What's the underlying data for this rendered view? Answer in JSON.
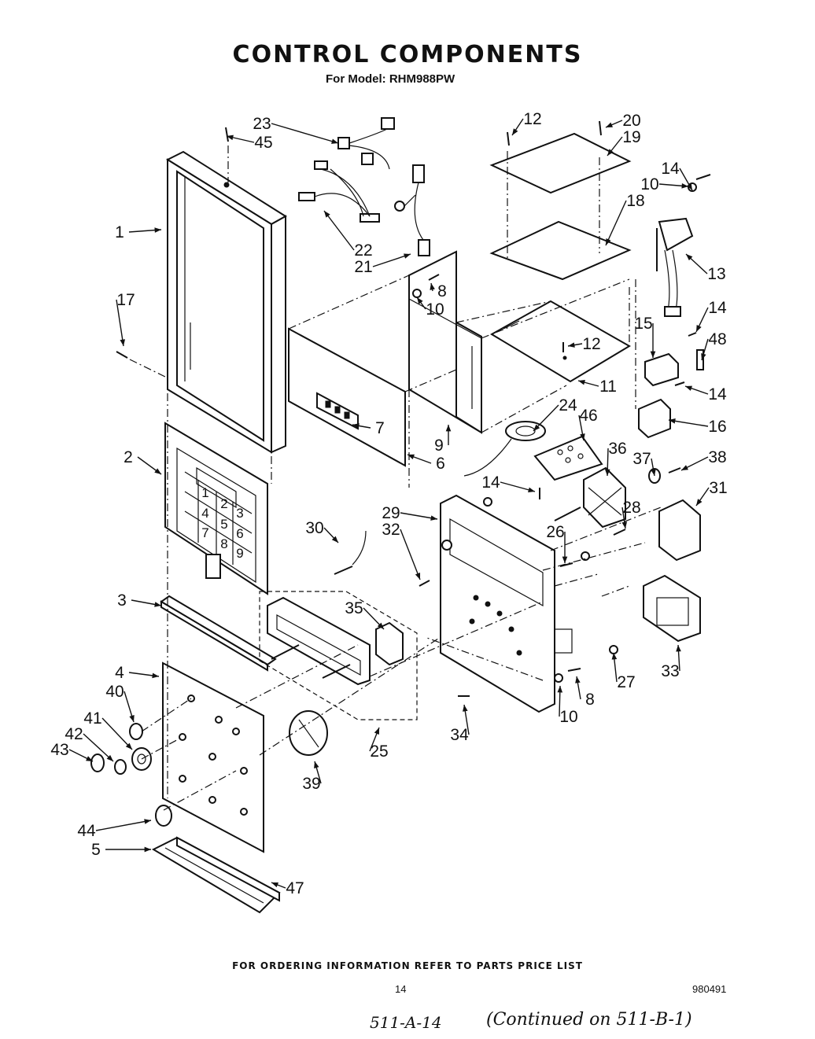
{
  "title": "CONTROL COMPONENTS",
  "subtitle": "For Model: RHM988PW",
  "footer_note": "FOR ORDERING INFORMATION REFER TO PARTS PRICE LIST",
  "page_number": "14",
  "doc_code": "980491",
  "handwritten_left": "511-A-14",
  "handwritten_right": "(Continued on 511-B-1)",
  "keypad_keys": [
    "1",
    "2",
    "3",
    "4",
    "5",
    "6",
    "7",
    "8",
    "9"
  ],
  "callouts": [
    "1",
    "2",
    "3",
    "4",
    "5",
    "6",
    "7",
    "8",
    "9",
    "10",
    "11",
    "12",
    "13",
    "14",
    "15",
    "16",
    "17",
    "18",
    "19",
    "20",
    "21",
    "22",
    "23",
    "24",
    "25",
    "26",
    "27",
    "28",
    "29",
    "30",
    "31",
    "32",
    "33",
    "34",
    "35",
    "36",
    "37",
    "38",
    "39",
    "40",
    "41",
    "42",
    "43",
    "44",
    "45",
    "46",
    "47",
    "48"
  ],
  "callout_labels": [
    "1",
    "17",
    "2",
    "3",
    "4",
    "40",
    "41",
    "42",
    "43",
    "44",
    "5",
    "47",
    "45",
    "23",
    "22",
    "21",
    "8",
    "10",
    "7",
    "6",
    "9",
    "12",
    "20",
    "19",
    "18",
    "14",
    "10",
    "13",
    "14",
    "15",
    "48",
    "12",
    "11",
    "14",
    "16",
    "24",
    "46",
    "14",
    "36",
    "37",
    "38",
    "31",
    "28",
    "26",
    "30",
    "29",
    "32",
    "35",
    "25",
    "39",
    "34",
    "8",
    "10",
    "27",
    "33"
  ]
}
